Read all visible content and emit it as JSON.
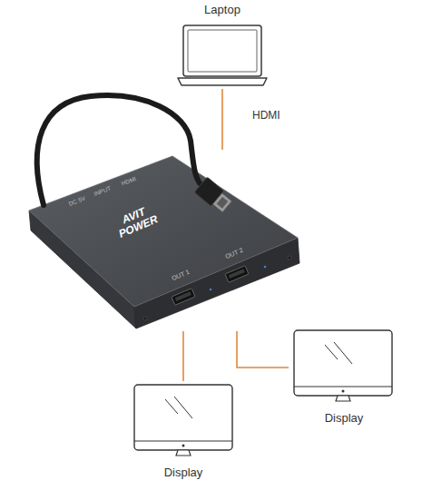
{
  "diagram": {
    "nodes": [
      {
        "text": [
          "Laptop"
        ]
      },
      {
        "text": [
          "AVIT POWER"
        ]
      },
      {
        "text": [
          "Display"
        ]
      },
      {
        "text": [
          "Display"
        ]
      }
    ],
    "edges": [
      {
        "from": 0,
        "to": 1,
        "arrow": "none",
        "label": "HDMI"
      },
      {
        "from": 1,
        "to": 2,
        "arrow": "none"
      },
      {
        "from": 1,
        "to": 3,
        "arrow": "none"
      }
    ],
    "labels": [
      "DC 5V",
      "INPUT",
      "HDMI",
      "OUT 1",
      "OUT 2"
    ]
  }
}
